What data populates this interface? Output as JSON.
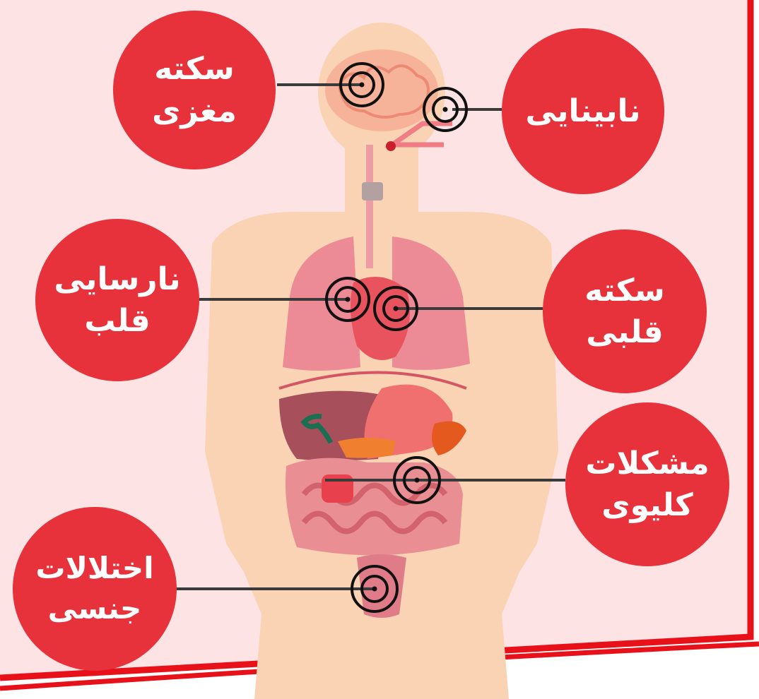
{
  "labels": {
    "brain_stroke": {
      "line1": "سکته",
      "line2": "مغزی"
    },
    "blindness": {
      "line1": "نابینایی",
      "line2": ""
    },
    "heart_failure": {
      "line1": "نارسایی",
      "line2": "قلب"
    },
    "heart_attack": {
      "line1": "سکته",
      "line2": "قلبی"
    },
    "kidney_problems": {
      "line1": "مشکلات",
      "line2": "کلیوی"
    },
    "sexual_disorders": {
      "line1": "اختلالات",
      "line2": "جنسی"
    }
  },
  "colors": {
    "background": "#fde3e4",
    "frame": "#e8111a",
    "bubble": "#e8323b",
    "bubble_text": "#ffffff",
    "body": "#f9d3b4",
    "organ": "#e8535d",
    "target": "#111111"
  }
}
